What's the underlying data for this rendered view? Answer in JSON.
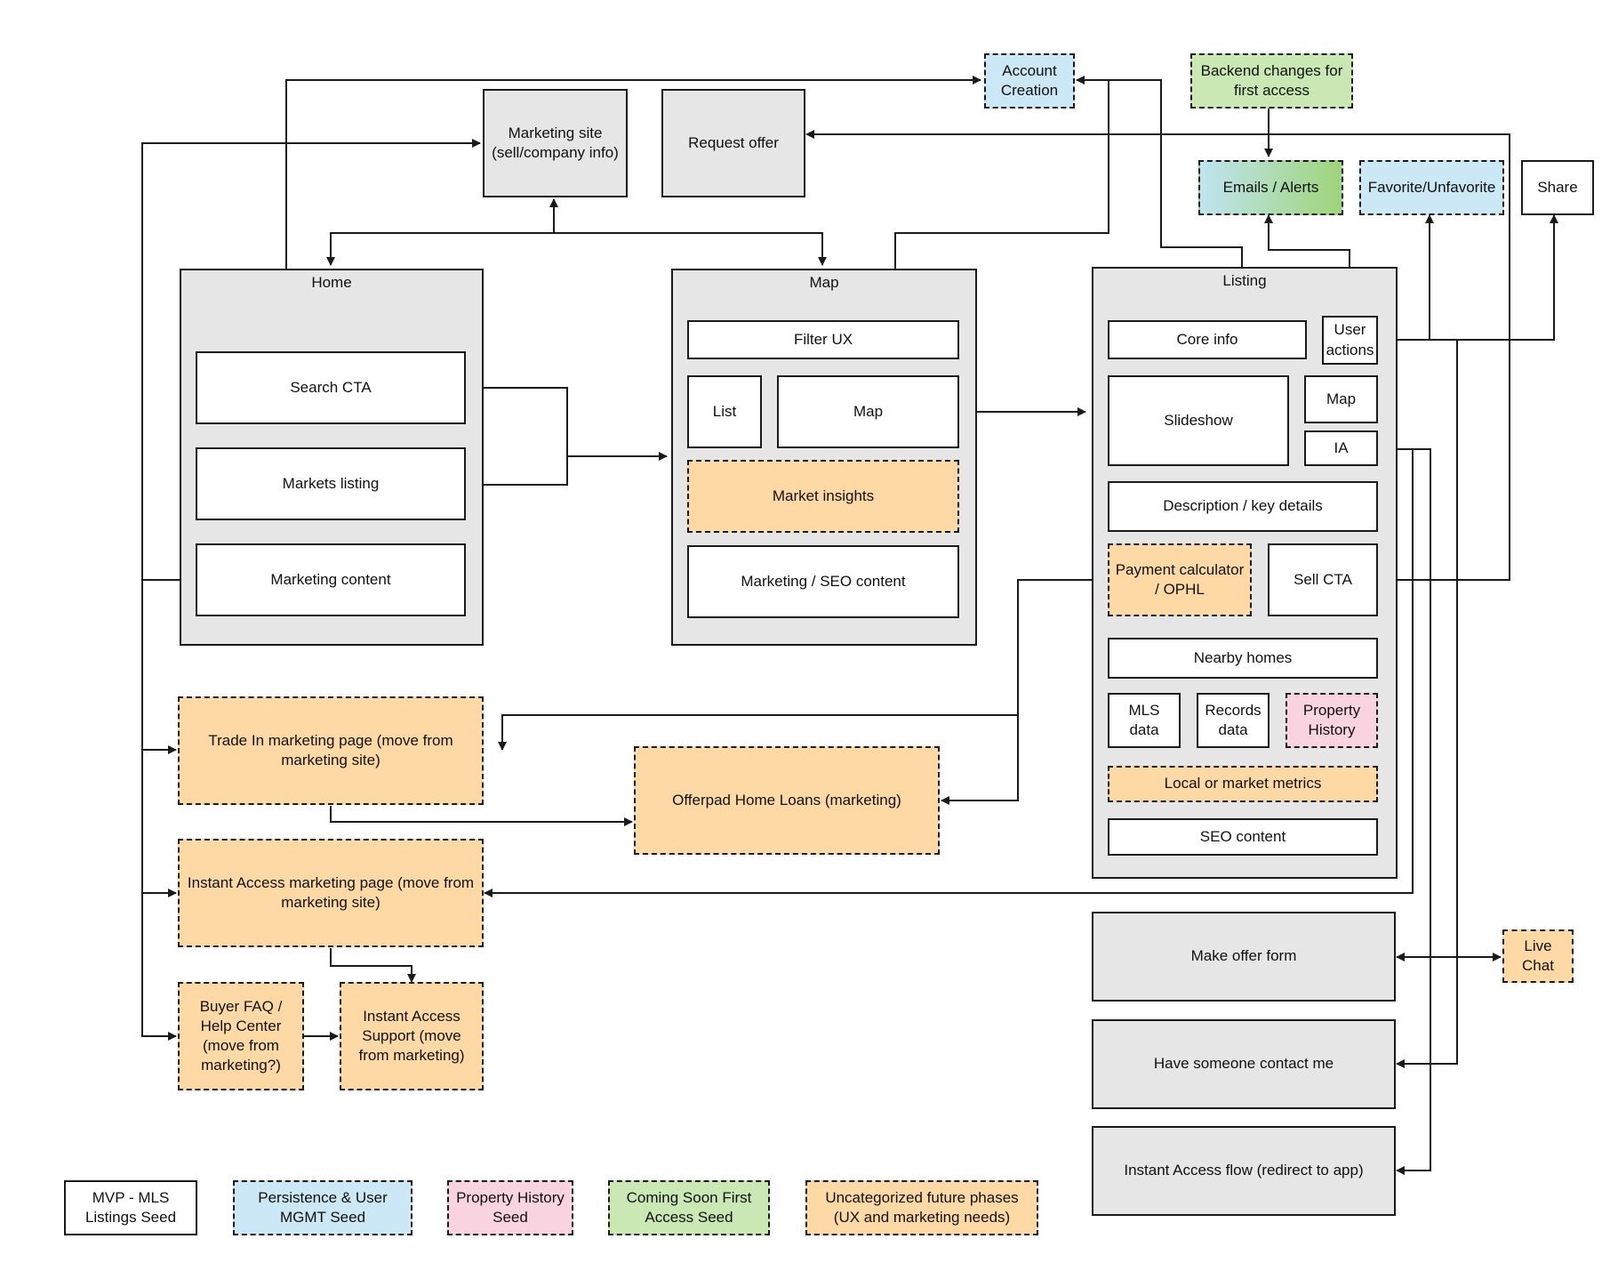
{
  "containers": {
    "home": "Home",
    "map": "Map",
    "listing": "Listing"
  },
  "boxes": {
    "account_creation": "Account Creation",
    "backend_changes": "Backend changes for first access",
    "marketing_site": "Marketing site (sell/company info)",
    "request_offer": "Request offer",
    "emails_alerts": "Emails / Alerts",
    "favorite": "Favorite/Unfavorite",
    "share": "Share",
    "search_cta": "Search CTA",
    "markets_listing": "Markets listing",
    "marketing_content": "Marketing content",
    "filter_ux": "Filter UX",
    "list": "List",
    "map_view": "Map",
    "market_insights": "Market insights",
    "marketing_seo": "Marketing / SEO content",
    "core_info": "Core info",
    "user_actions": "User actions",
    "slideshow": "Slideshow",
    "listing_map": "Map",
    "ia": "IA",
    "description": "Description / key details",
    "payment_calc": "Payment calculator / OPHL",
    "sell_cta": "Sell CTA",
    "nearby_homes": "Nearby homes",
    "mls_data": "MLS data",
    "records_data": "Records data",
    "property_history": "Property History",
    "local_metrics": "Local or market metrics",
    "seo_content": "SEO content",
    "trade_in": "Trade In marketing page (move from marketing site)",
    "home_loans": "Offerpad Home Loans (marketing)",
    "instant_access_mkt": "Instant Access marketing page (move from marketing site)",
    "buyer_faq": "Buyer FAQ / Help Center (move from marketing?)",
    "ia_support": "Instant Access Support (move from marketing)",
    "make_offer": "Make offer form",
    "live_chat": "Live Chat",
    "contact_me": "Have someone contact me",
    "ia_flow": "Instant Access flow (redirect to app)"
  },
  "legend": {
    "mvp": "MVP - MLS Listings Seed",
    "persistence": "Persistence & User MGMT Seed",
    "property_history": "Property History Seed",
    "coming_soon": "Coming Soon First Access Seed",
    "future": "Uncategorized future phases (UX and marketing needs)"
  },
  "colors": {
    "white": "#ffffff",
    "grey": "#e6e6e6",
    "orange": "#fed9a6",
    "blue": "#cce7f6",
    "pink": "#f9d3df",
    "green": "#c9e8b3",
    "line": "#1a1a1a"
  }
}
